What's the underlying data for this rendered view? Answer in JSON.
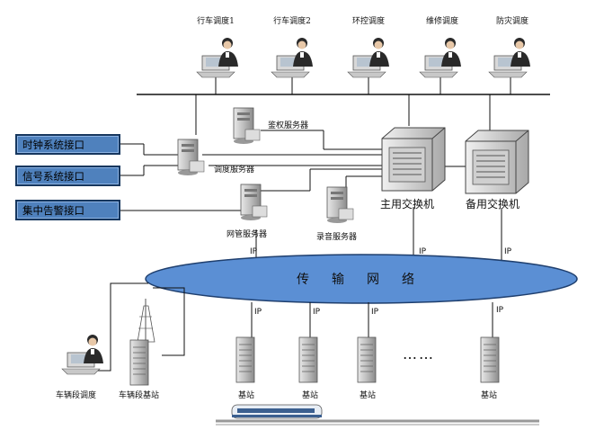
{
  "stations": [
    {
      "label": "行车调度1"
    },
    {
      "label": "行车调度2"
    },
    {
      "label": "环控调度"
    },
    {
      "label": "维修调度"
    },
    {
      "label": "防灾调度"
    }
  ],
  "interfaces": [
    {
      "label": "时钟系统接口"
    },
    {
      "label": "信号系统接口"
    },
    {
      "label": "集中告警接口"
    }
  ],
  "servers": {
    "auth": "鉴权服务器",
    "dispatch": "调度服务器",
    "network": "网管服务器",
    "record": "录音服务器"
  },
  "switches": {
    "main": "主用交换机",
    "backup": "备用交换机"
  },
  "network": {
    "label": "传输网络",
    "ip": "IP",
    "ellipsis": "……"
  },
  "bottom": {
    "segment_dispatch": "车辆段调度",
    "segment_station": "车辆段基站",
    "base_station": "基站"
  },
  "colors": {
    "ellipse": "#5b8fd4",
    "interface_fill": "#4f81bd",
    "interface_border": "#17375e"
  }
}
